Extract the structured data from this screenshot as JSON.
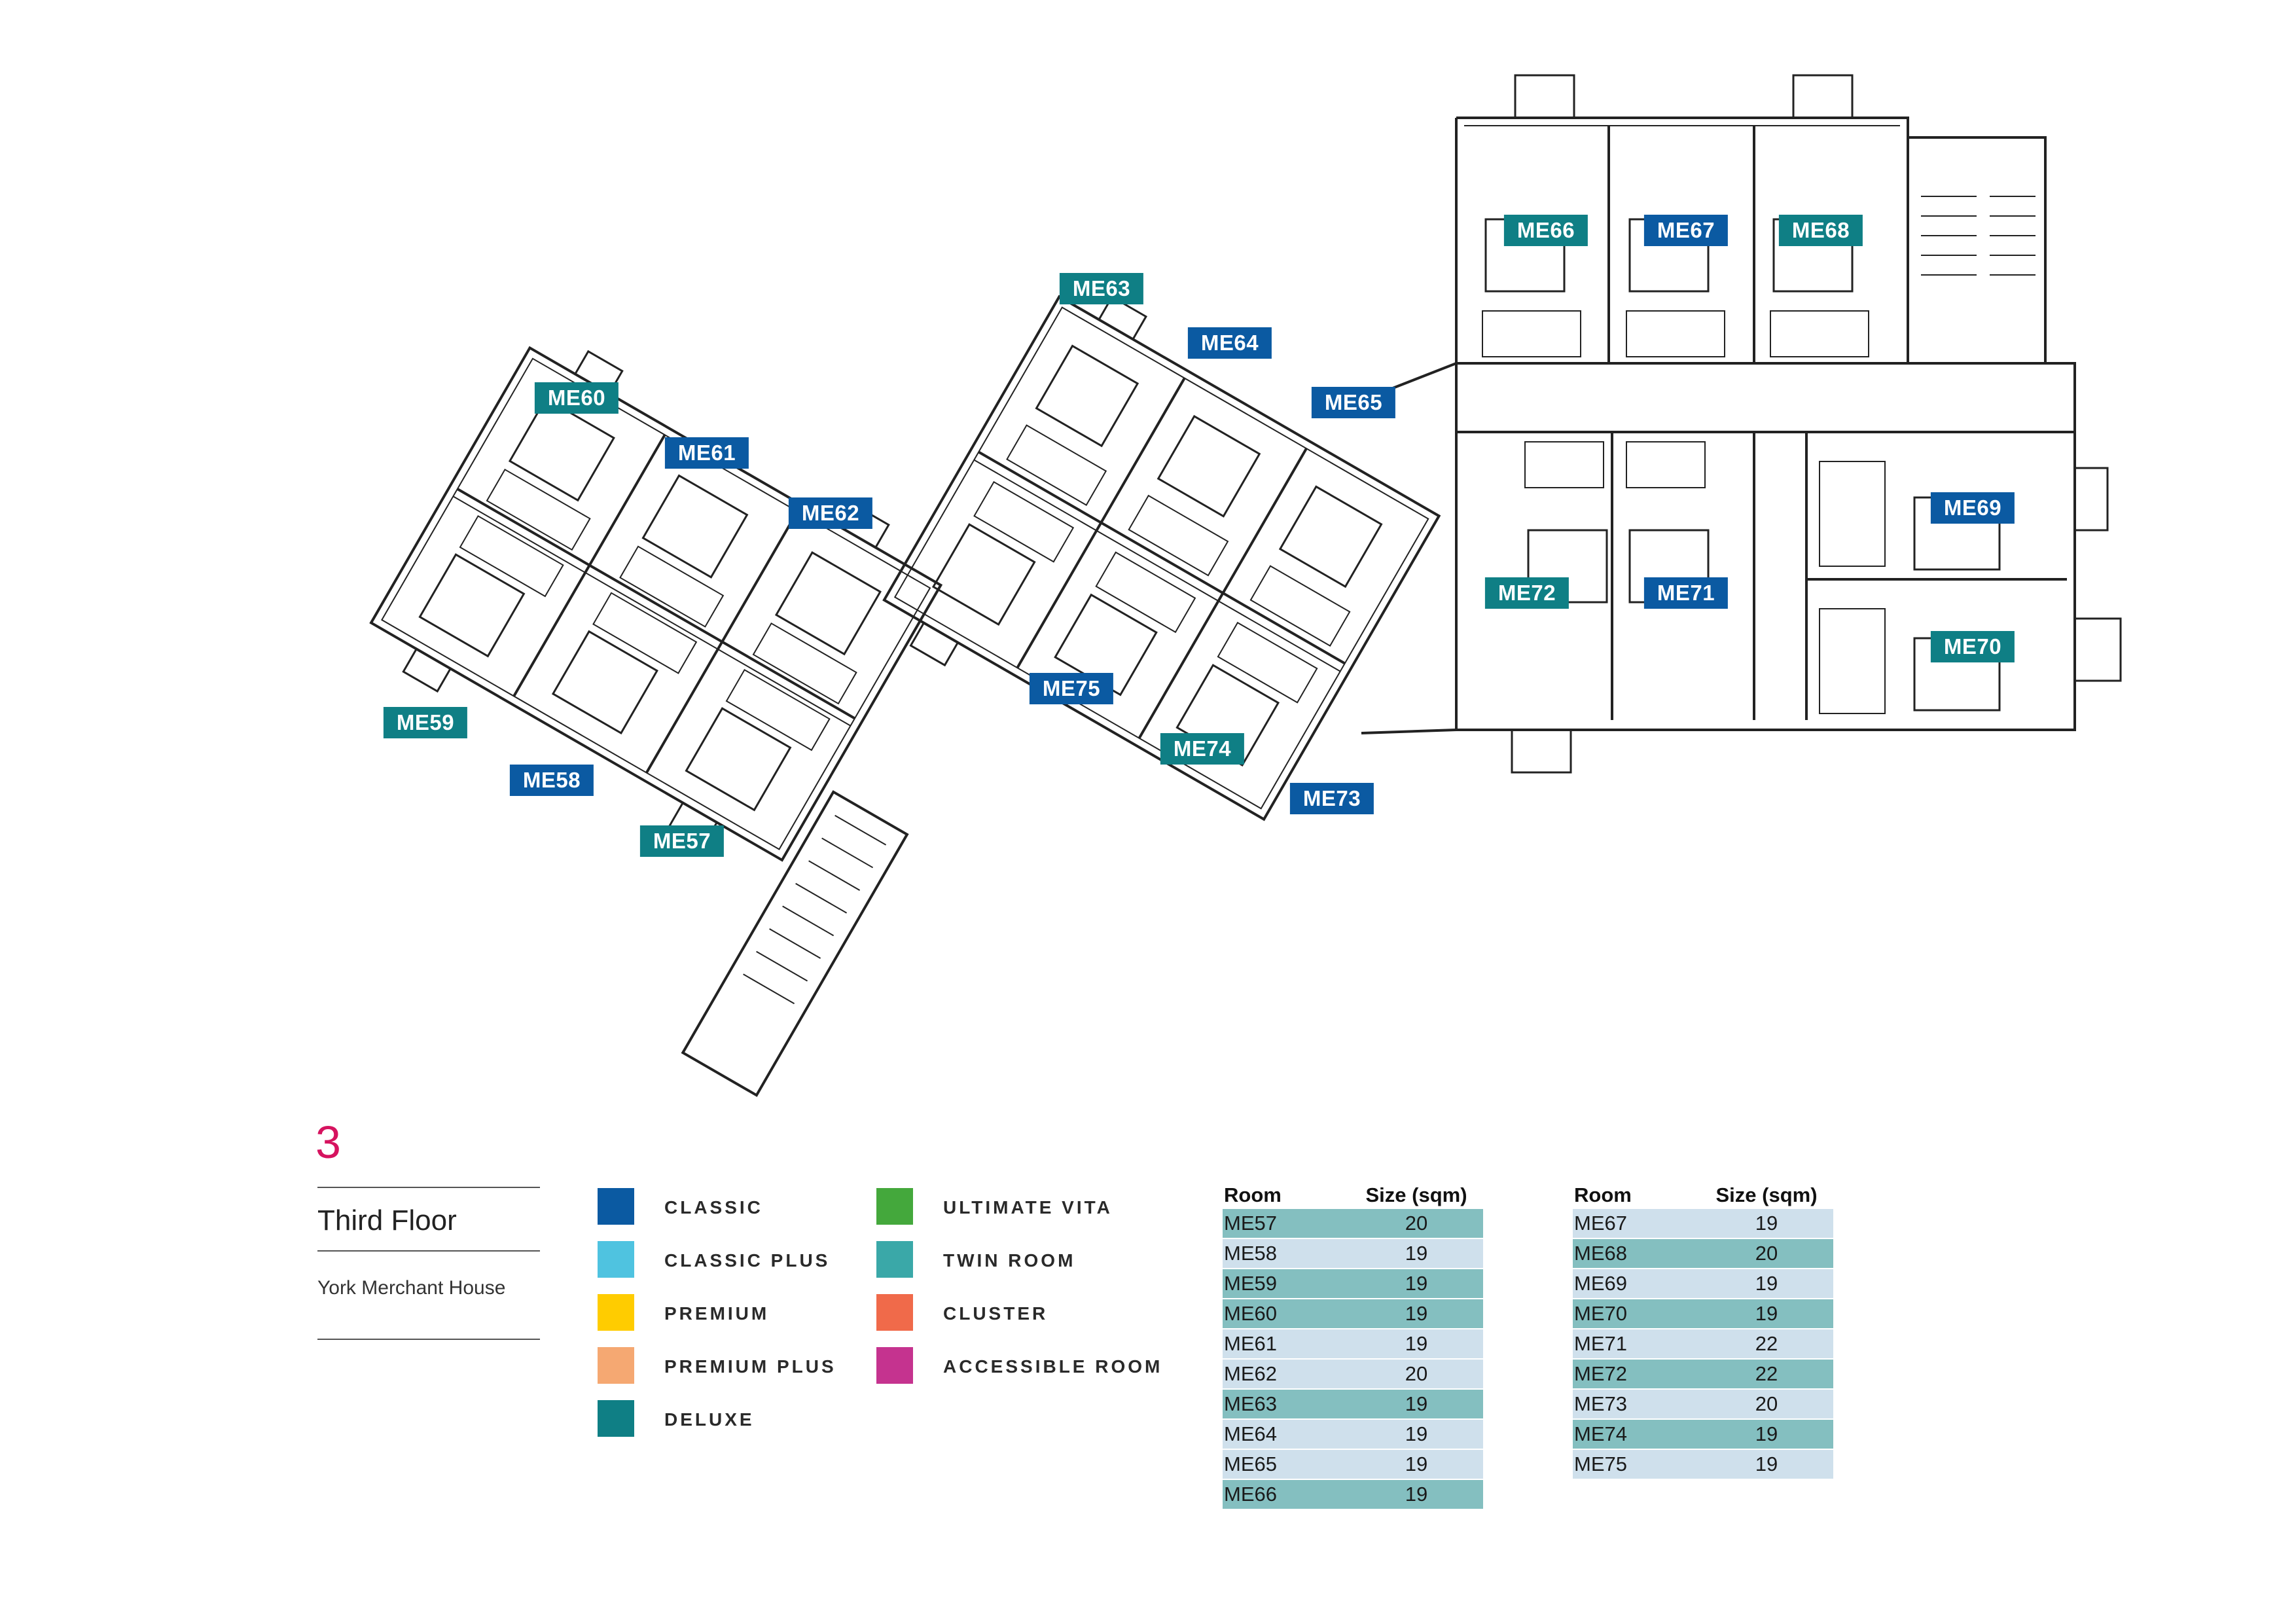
{
  "floor": {
    "number": "3",
    "name": "Third Floor",
    "building": "York Merchant House"
  },
  "colors": {
    "classic": "#0b5aa2",
    "classic_plus": "#4fc3e0",
    "premium": "#ffcc00",
    "premium_plus": "#f5a872",
    "deluxe": "#0f7f85",
    "ultimate_vita": "#44a83c",
    "twin_room": "#3aa8a8",
    "cluster": "#f06a4a",
    "accessible_room": "#c5338f",
    "row_dark": "#84bfc0",
    "row_light": "#cfe0ec",
    "wall": "#222222"
  },
  "legend": [
    {
      "label": "CLASSIC",
      "color": "#0b5aa2"
    },
    {
      "label": "CLASSIC PLUS",
      "color": "#4fc3e0"
    },
    {
      "label": "PREMIUM",
      "color": "#ffcc00"
    },
    {
      "label": "PREMIUM PLUS",
      "color": "#f5a872"
    },
    {
      "label": "DELUXE",
      "color": "#0f7f85"
    },
    {
      "label": "ULTIMATE VITA",
      "color": "#44a83c"
    },
    {
      "label": "TWIN ROOM",
      "color": "#3aa8a8"
    },
    {
      "label": "CLUSTER",
      "color": "#f06a4a"
    },
    {
      "label": "ACCESSIBLE ROOM",
      "color": "#c5338f"
    }
  ],
  "rooms": [
    {
      "id": "ME57",
      "type": "deluxe"
    },
    {
      "id": "ME58",
      "type": "classic"
    },
    {
      "id": "ME59",
      "type": "deluxe"
    },
    {
      "id": "ME60",
      "type": "deluxe"
    },
    {
      "id": "ME61",
      "type": "classic"
    },
    {
      "id": "ME62",
      "type": "classic"
    },
    {
      "id": "ME63",
      "type": "deluxe"
    },
    {
      "id": "ME64",
      "type": "classic"
    },
    {
      "id": "ME65",
      "type": "classic"
    },
    {
      "id": "ME66",
      "type": "deluxe"
    },
    {
      "id": "ME67",
      "type": "classic"
    },
    {
      "id": "ME68",
      "type": "deluxe"
    },
    {
      "id": "ME69",
      "type": "classic"
    },
    {
      "id": "ME70",
      "type": "deluxe"
    },
    {
      "id": "ME71",
      "type": "classic"
    },
    {
      "id": "ME72",
      "type": "deluxe"
    },
    {
      "id": "ME73",
      "type": "classic"
    },
    {
      "id": "ME74",
      "type": "deluxe"
    },
    {
      "id": "ME75",
      "type": "classic"
    }
  ],
  "tables": [
    {
      "header": {
        "room": "Room",
        "size": "Size (sqm)"
      },
      "rows": [
        {
          "room": "ME57",
          "size": "20",
          "shade": "dark"
        },
        {
          "room": "ME58",
          "size": "19",
          "shade": "light"
        },
        {
          "room": "ME59",
          "size": "19",
          "shade": "dark"
        },
        {
          "room": "ME60",
          "size": "19",
          "shade": "dark"
        },
        {
          "room": "ME61",
          "size": "19",
          "shade": "light"
        },
        {
          "room": "ME62",
          "size": "20",
          "shade": "light"
        },
        {
          "room": "ME63",
          "size": "19",
          "shade": "dark"
        },
        {
          "room": "ME64",
          "size": "19",
          "shade": "light"
        },
        {
          "room": "ME65",
          "size": "19",
          "shade": "light"
        },
        {
          "room": "ME66",
          "size": "19",
          "shade": "dark"
        }
      ]
    },
    {
      "header": {
        "room": "Room",
        "size": "Size (sqm)"
      },
      "rows": [
        {
          "room": "ME67",
          "size": "19",
          "shade": "light"
        },
        {
          "room": "ME68",
          "size": "20",
          "shade": "dark"
        },
        {
          "room": "ME69",
          "size": "19",
          "shade": "light"
        },
        {
          "room": "ME70",
          "size": "19",
          "shade": "dark"
        },
        {
          "room": "ME71",
          "size": "22",
          "shade": "light"
        },
        {
          "room": "ME72",
          "size": "22",
          "shade": "dark"
        },
        {
          "room": "ME73",
          "size": "20",
          "shade": "light"
        },
        {
          "room": "ME74",
          "size": "19",
          "shade": "dark"
        },
        {
          "room": "ME75",
          "size": "19",
          "shade": "light"
        }
      ]
    }
  ]
}
